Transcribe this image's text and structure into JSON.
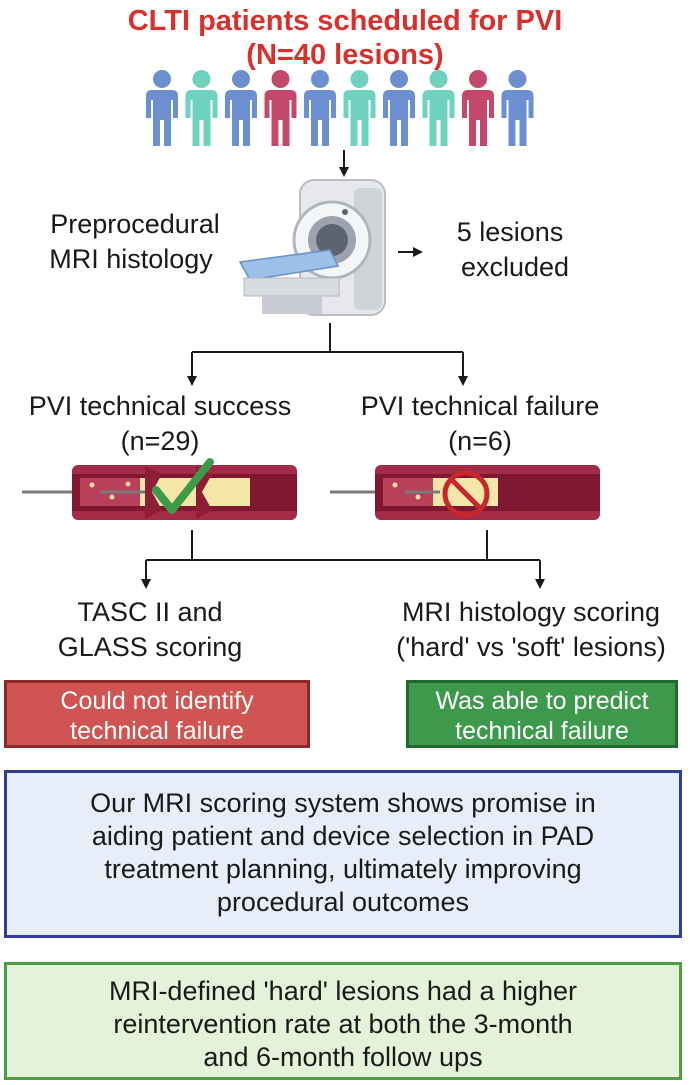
{
  "header": {
    "title_line1": "CLTI patients scheduled for PVI",
    "title_line2": "(N=40 lesions)"
  },
  "patients": {
    "colors": [
      "#6b8fcf",
      "#6fd1c0",
      "#6b8fcf",
      "#c4486b",
      "#6b8fcf",
      "#6fd1c0",
      "#6b8fcf",
      "#6fd1c0",
      "#c4486b",
      "#6b8fcf"
    ]
  },
  "mri_step": {
    "label_line1": "Preprocedural",
    "label_line2": "MRI histology",
    "excluded_line1": "5 lesions",
    "excluded_line2": "excluded"
  },
  "success": {
    "label_line1": "PVI technical success",
    "label_line2": "(n=29)"
  },
  "failure": {
    "label_line1": "PVI technical  failure",
    "label_line2": "(n=6)"
  },
  "scoring_left": {
    "line1": "TASC II and",
    "line2": "GLASS scoring",
    "result_line1": "Could not identify",
    "result_line2": "technical failure"
  },
  "scoring_right": {
    "line1": "MRI histology scoring",
    "line2": "('hard' vs 'soft' lesions)",
    "result_line1": "Was able to predict",
    "result_line2": "technical failure"
  },
  "conclusion": {
    "line1": "Our MRI scoring system shows promise in",
    "line2": "aiding patient and device selection in PAD",
    "line3": "treatment planning, ultimately improving",
    "line4": "procedural outcomes"
  },
  "finding": {
    "line1": "MRI-defined 'hard' lesions had a higher",
    "line2": "reintervention rate at both the 3-month",
    "line3": "and 6-month follow ups"
  }
}
